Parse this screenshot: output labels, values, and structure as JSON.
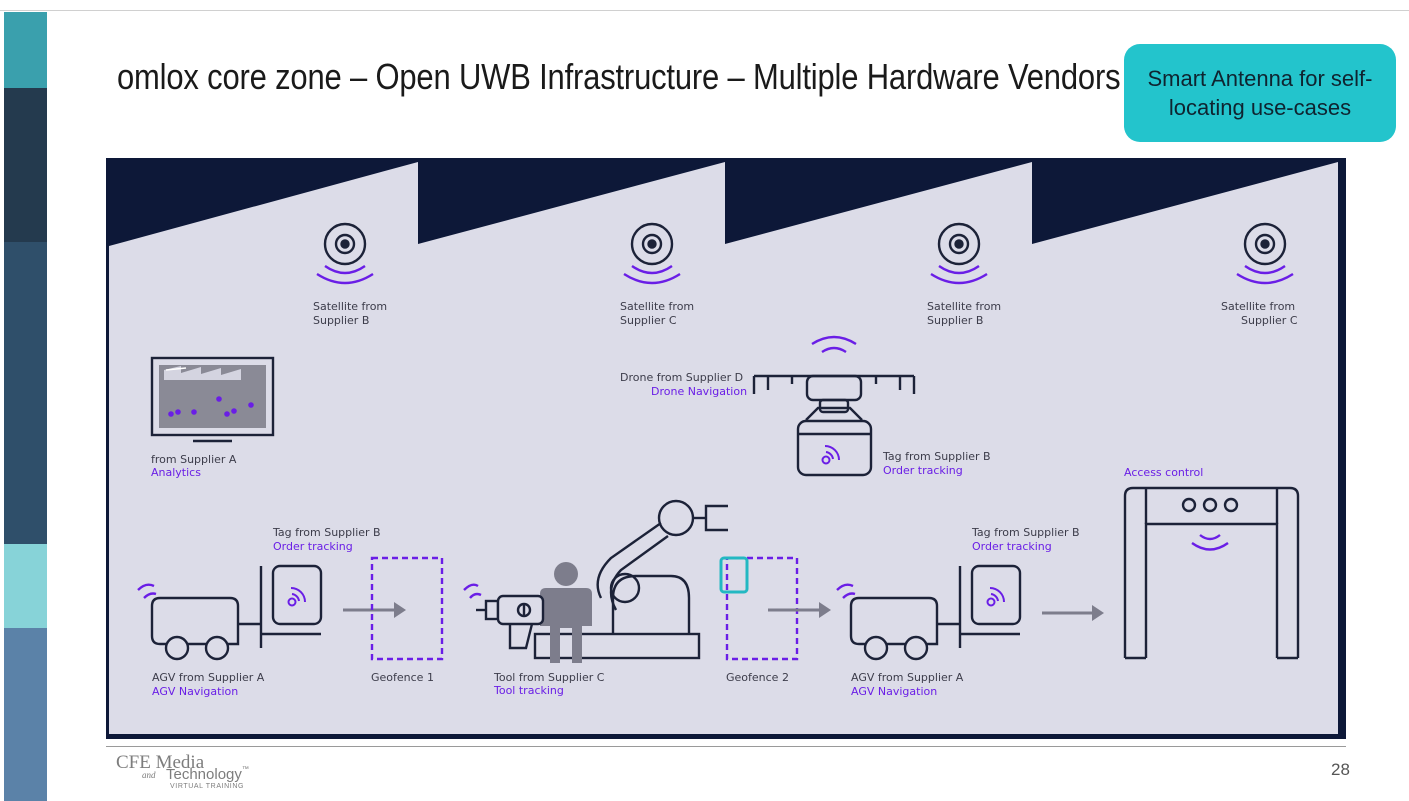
{
  "slide": {
    "title": "omlox core zone – Open UWB Infrastructure – Multiple Hardware Vendors",
    "callout": "Smart Antenna for self-locating use-cases",
    "page_number": "28"
  },
  "logo": {
    "line1": "CFE Media",
    "line2a": "and",
    "line2b": "Technology",
    "trademark": "™",
    "line3": "VIRTUAL TRAINING"
  },
  "colors": {
    "accent_purple": "#6a1ee6",
    "callout_teal": "#23c4cc",
    "roof_navy": "#0d1838",
    "floor_lavender": "#dcdce8",
    "outline_dark": "#1c2238",
    "sidebar": [
      "#3aa0ad",
      "#243a4e",
      "#2f4f6a",
      "#87d3d8",
      "#5b82a8"
    ]
  },
  "satellites": [
    {
      "line1": "Satellite from",
      "line2": "Supplier B"
    },
    {
      "line1": "Satellite from",
      "line2": "Supplier C"
    },
    {
      "line1": "Satellite from",
      "line2": "Supplier B"
    },
    {
      "line1": "Satellite from",
      "line2": "Supplier C"
    }
  ],
  "analytics": {
    "line1": "from Supplier A",
    "line2": "Analytics"
  },
  "drone": {
    "line1": "Drone from Supplier D",
    "line2": "Drone Navigation"
  },
  "drone_tag": {
    "line1": "Tag from Supplier B",
    "line2": "Order tracking"
  },
  "access": {
    "label": "Access control"
  },
  "tag_left": {
    "line1": "Tag from Supplier B",
    "line2": "Order tracking"
  },
  "tag_right": {
    "line1": "Tag from Supplier B",
    "line2": "Order tracking"
  },
  "agv_left": {
    "line1": "AGV from Supplier A",
    "line2": "AGV Navigation"
  },
  "geofence1": {
    "label": "Geofence 1"
  },
  "tool": {
    "line1": "Tool from Supplier C",
    "line2": "Tool tracking"
  },
  "geofence2": {
    "label": "Geofence 2"
  },
  "agv_right": {
    "line1": "AGV from Supplier A",
    "line2": "AGV Navigation"
  },
  "icons": [
    "satellite-icon",
    "monitor-icon",
    "drone-icon",
    "tag-icon",
    "agv-icon",
    "geofence-icon",
    "robot-arm-icon",
    "person-icon",
    "drill-icon",
    "access-gate-icon",
    "arrow-right-icon",
    "signal-waves-icon"
  ]
}
